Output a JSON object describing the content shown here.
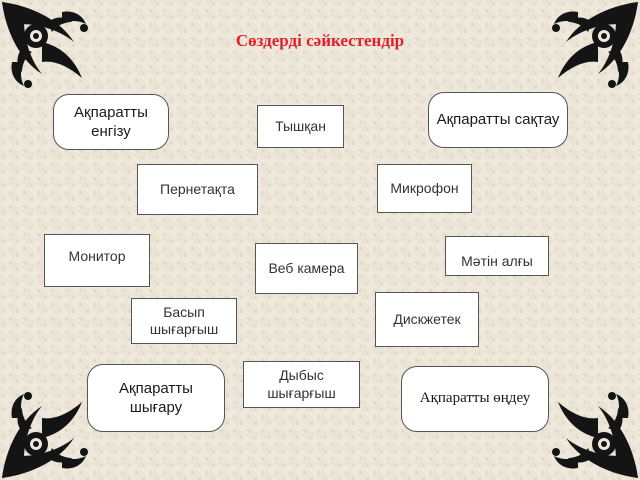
{
  "title": "Сөздерді сәйкестендір",
  "categories": {
    "input": "Ақпаратты енгізу",
    "storage": "Ақпаратты сақтау",
    "output": "Ақпаратты шығару",
    "processing": "Ақпаратты өңдеу"
  },
  "devices": {
    "mouse": "Тышқан",
    "keyboard": "Пернетақта",
    "microphone": "Микрофон",
    "monitor": "Монитор",
    "webcam": "Веб камера",
    "text_field": "Мәтін алғы",
    "printer": "Басып шығарғыш",
    "floppy": "Дискжетек",
    "speaker": "Дыбыс шығарғыш"
  },
  "colors": {
    "title": "#e0202a",
    "ornament": "#141414"
  }
}
